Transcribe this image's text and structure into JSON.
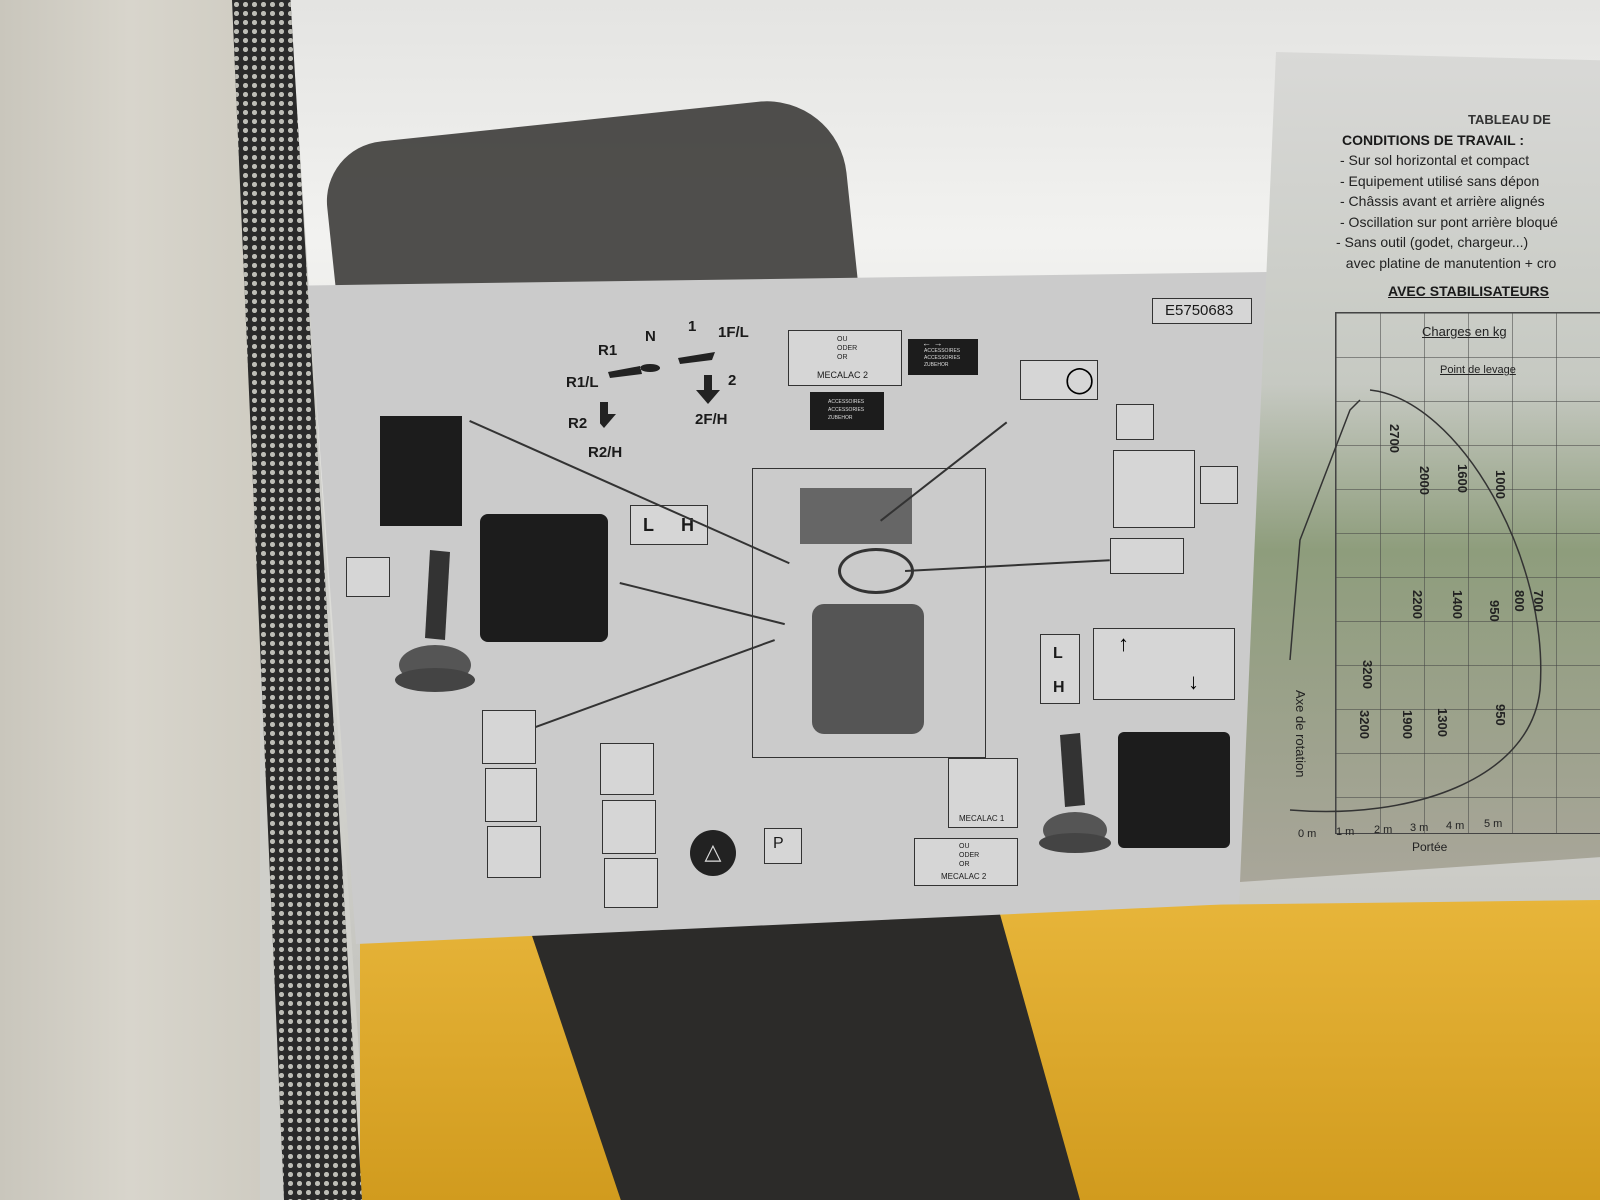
{
  "sticker": {
    "part_number": "E5750683",
    "gear_labels": {
      "r1": "R1",
      "n": "N",
      "one": "1",
      "f1l": "1F/L",
      "r1l": "R1/L",
      "two": "2",
      "r2": "R2",
      "f2h": "2F/H",
      "r2h": "R2/H"
    },
    "mecalac2_top": {
      "or_text": "OU\nODER\nOR",
      "label": "MECALAC 2"
    },
    "accessories_box_h": {
      "arrows": "← →",
      "lines": [
        "ACCESSOIRES",
        "ACCESSORIES",
        "ZUBEHOR"
      ]
    },
    "accessories_box_v": {
      "lines": [
        "ACCESSOIRES",
        "ACCESSORIES",
        "ZUBEHOR"
      ]
    },
    "range_switch": {
      "low": "L",
      "high": "H"
    },
    "range_switch_2": {
      "low": "L",
      "high": "H"
    },
    "mecalac1": {
      "label": "MECALAC 1"
    },
    "mecalac2_bottom": {
      "or_text": "OU\nODER\nOR",
      "label": "MECALAC 2"
    },
    "parking": "P"
  },
  "load_chart": {
    "title": "TABLEAU DE",
    "conditions_title": "CONDITIONS DE TRAVAIL :",
    "conditions": [
      "- Sur sol horizontal et compact",
      "- Equipement utilisé sans dépon",
      "- Châssis avant et arrière alignés",
      "- Oscillation sur pont arrière bloqué",
      "- Sans outil (godet, chargeur...)",
      "  avec platine de manutention + cro"
    ],
    "subtitle": "AVEC STABILISATEURS",
    "charges_label": "Charges en kg",
    "lift_point_label": "Point de levage",
    "values": [
      "2700",
      "2000",
      "1600",
      "1000",
      "2200",
      "1400",
      "950",
      "800",
      "700",
      "3200",
      "3200",
      "1900",
      "1300",
      "950"
    ],
    "axis_label": "Axe de rotation",
    "x_ticks": [
      "0 m",
      "1 m",
      "2 m",
      "3 m",
      "4 m",
      "5 m"
    ],
    "x_label": "Portée"
  }
}
